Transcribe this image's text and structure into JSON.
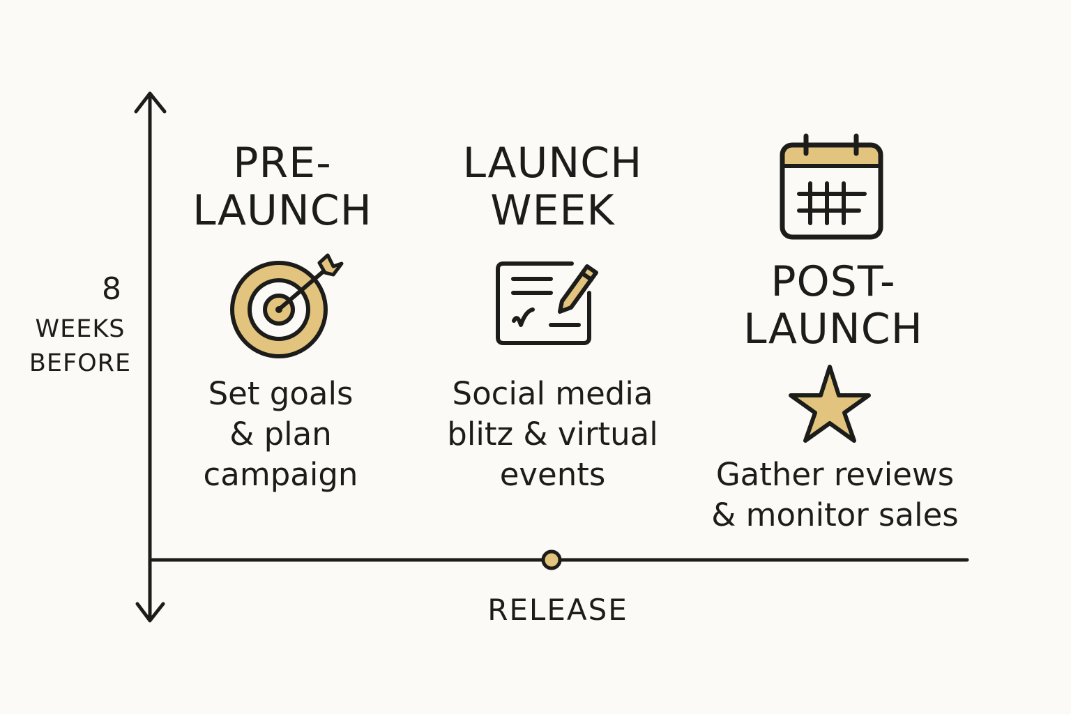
{
  "colors": {
    "background": "#fbfaf6",
    "ink": "#1c1c1a",
    "accent": "#e2c47e"
  },
  "axis": {
    "duration_value": "8",
    "duration_label": "WEEKS\nBEFORE",
    "release_label": "RELEASE"
  },
  "phases": [
    {
      "heading": "PRE-\nLAUNCH",
      "icon": "target-arrow-icon",
      "description": "Set goals\n& plan\ncampaign"
    },
    {
      "heading": "LAUNCH\nWEEK",
      "icon": "checklist-pencil-icon",
      "description": "Social media\nblitz & virtual\nevents"
    },
    {
      "heading": "POST-\nLAUNCH",
      "icon": "calendar-icon",
      "secondary_icon": "star-icon",
      "description": "Gather reviews\n& monitor sales"
    }
  ]
}
